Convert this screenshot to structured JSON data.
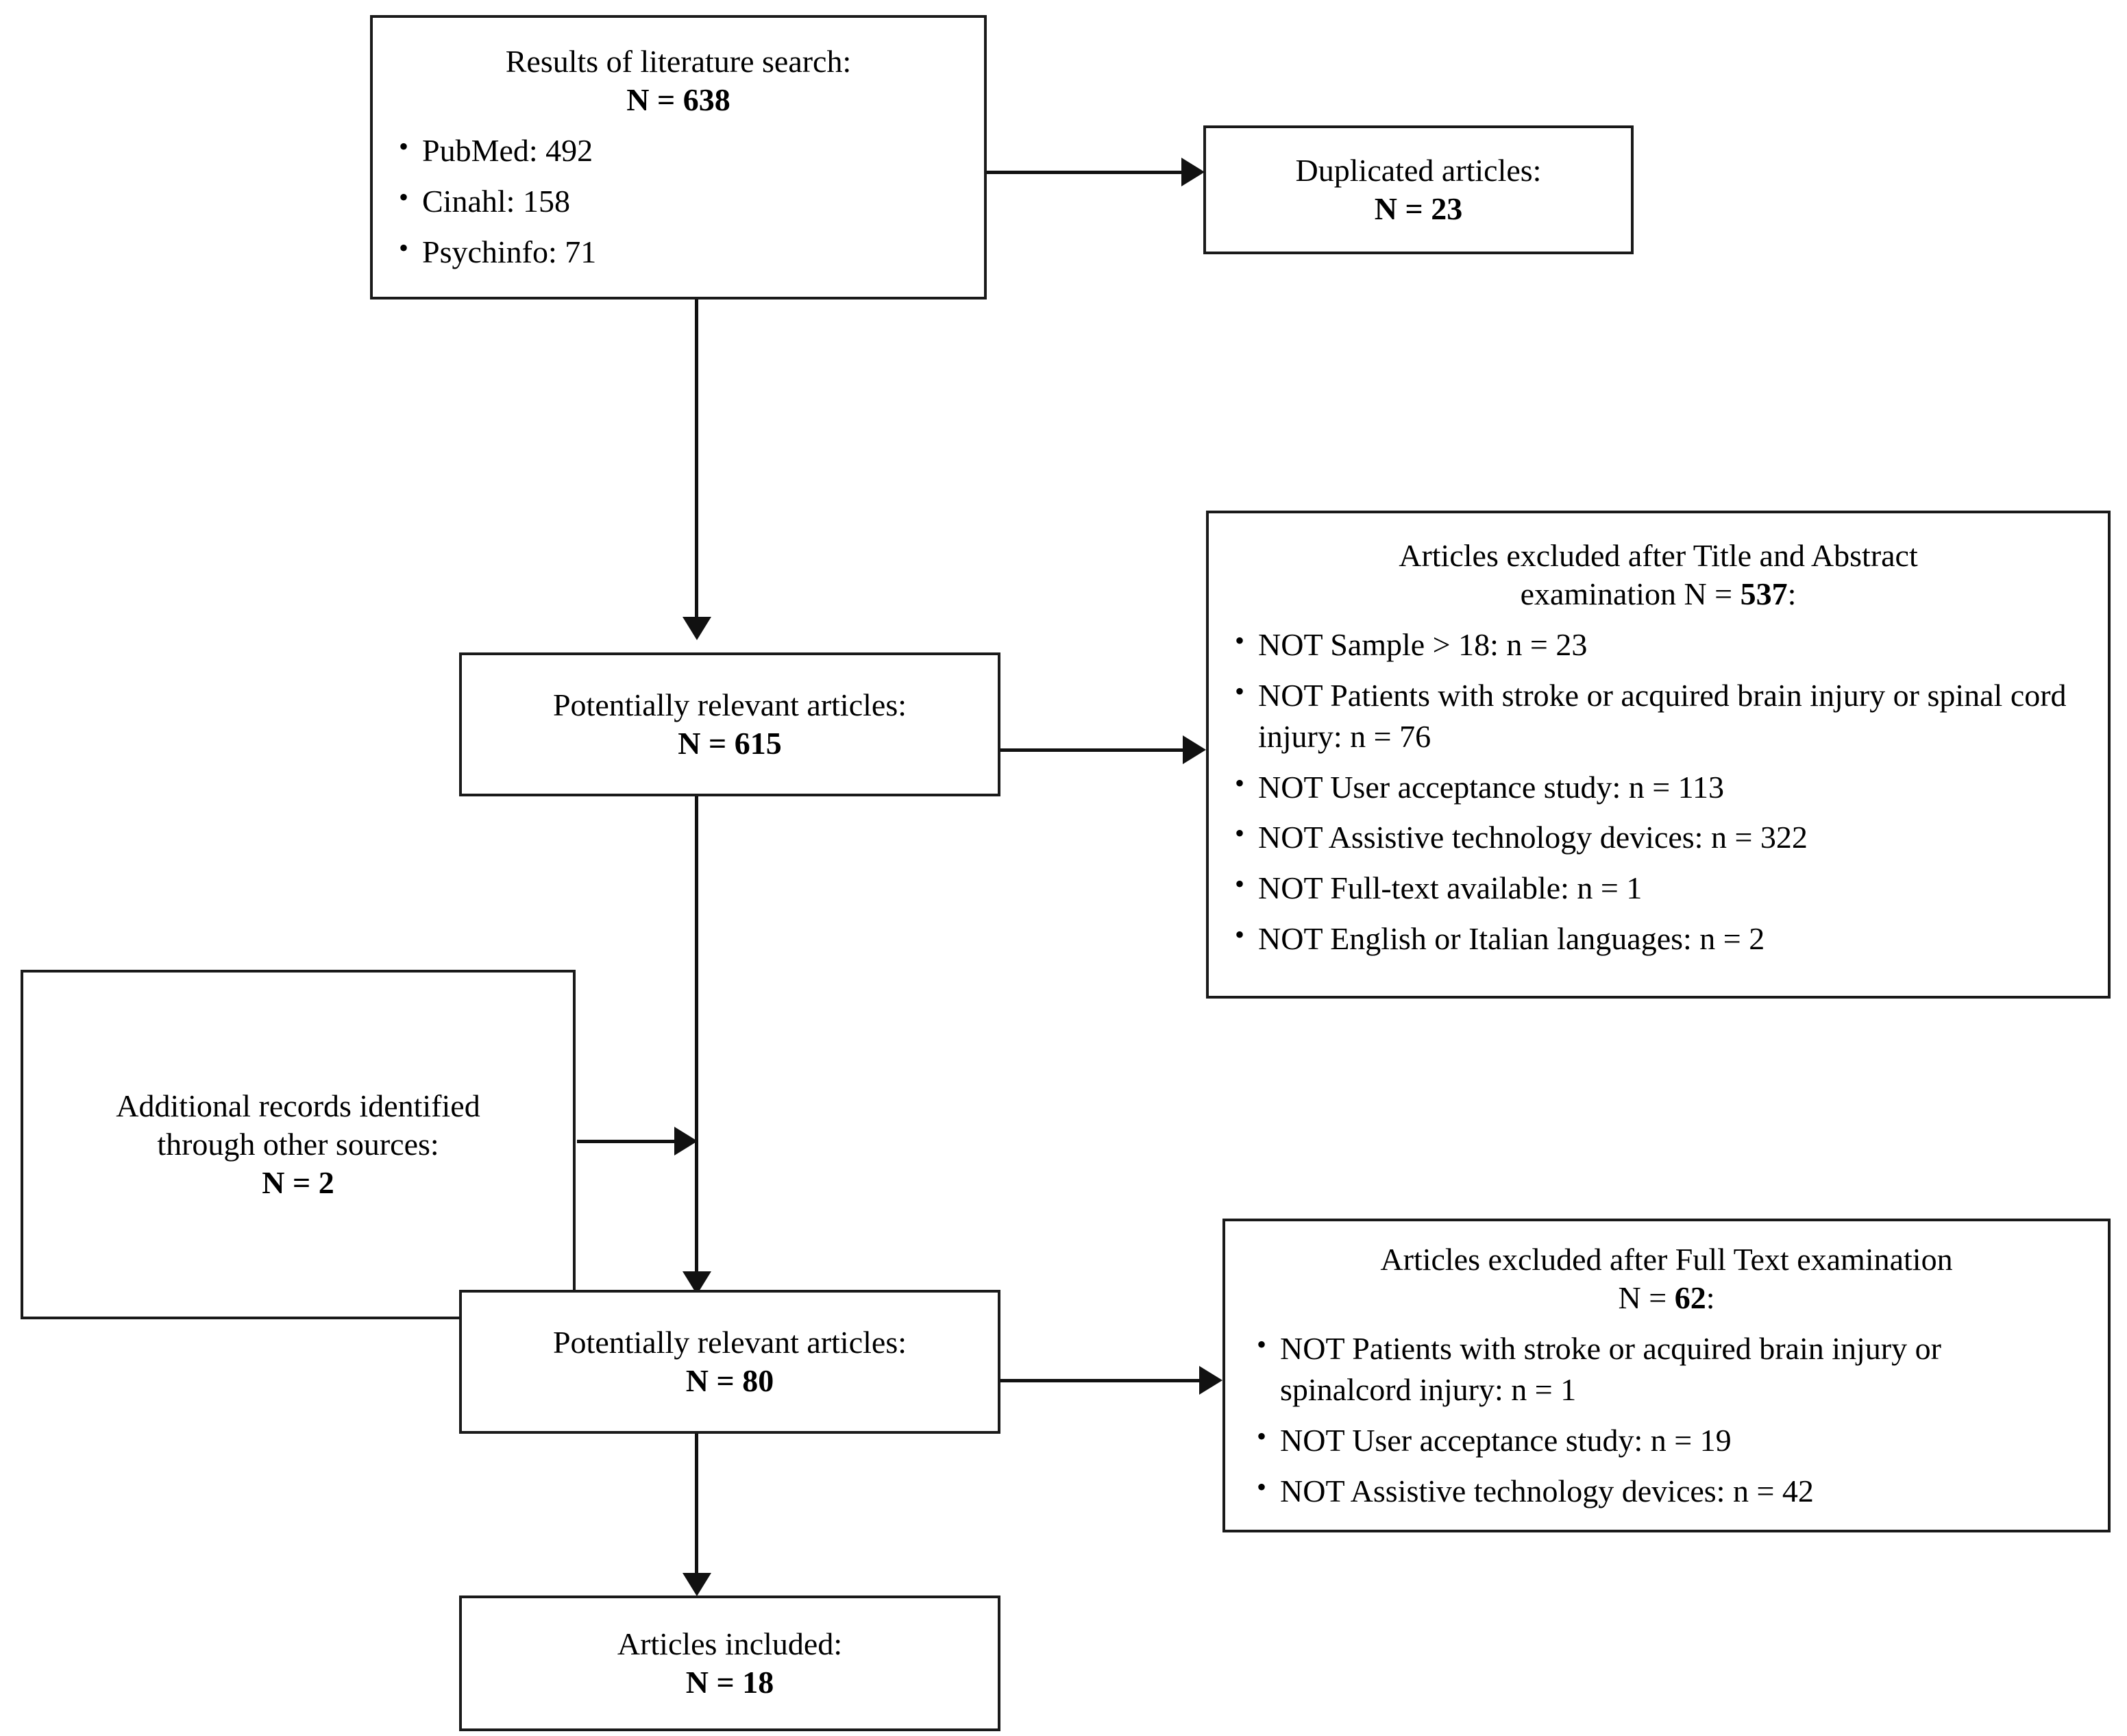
{
  "diagram": {
    "title": "PRISMA literature search flow diagram",
    "stroke_color": "#111111",
    "background_color": "#ffffff",
    "boxes": {
      "search_results": {
        "title": "Results of literature search:",
        "count_label": "N",
        "count_sep": "=",
        "count_value": "638",
        "sources": [
          "PubMed: 492",
          "Cinahl: 158",
          "Psychinfo: 71"
        ]
      },
      "duplicates": {
        "title": "Duplicated articles:",
        "count_label": "N",
        "count_sep": "=",
        "count_value": "23"
      },
      "excluded_title_abstract": {
        "title_line1": "Articles excluded after Title and Abstract",
        "title_line2_prefix": "examination N =",
        "count_value": "537",
        "title_line2_suffix": ":",
        "reasons": [
          "NOT Sample > 18: n = 23",
          "NOT Patients with stroke or acquired brain injury or spinal cord injury: n = 76",
          "NOT User acceptance study: n = 113",
          "NOT Assistive technology devices: n = 322",
          "NOT Full-text available: n = 1",
          "NOT English or Italian languages: n = 2"
        ]
      },
      "potentially_relevant_1": {
        "title": "Potentially relevant articles:",
        "count_label": "N",
        "count_sep": "=",
        "count_value": "615"
      },
      "additional_records": {
        "title_line1": "Additional records identified",
        "title_line2": "through other sources:",
        "count_label": "N",
        "count_sep": "=",
        "count_value": "2"
      },
      "potentially_relevant_2": {
        "title": "Potentially relevant articles:",
        "count_label": "N",
        "count_sep": "=",
        "count_value": "80"
      },
      "excluded_full_text": {
        "title_line1": "Articles excluded after Full Text examination",
        "title_line2_prefix": "N =",
        "count_value": "62",
        "title_line2_suffix": ":",
        "reasons": [
          "NOT Patients with stroke or acquired brain injury or spinalcord injury: n = 1",
          "NOT User acceptance study: n = 19",
          "NOT Assistive technology devices: n = 42"
        ]
      },
      "included": {
        "title": "Articles included:",
        "count_label": "N",
        "count_sep": "=",
        "count_value": "18"
      }
    }
  },
  "chart_data": {
    "type": "diagram",
    "title": "PRISMA flow of study selection",
    "nodes": [
      {
        "id": "search_results",
        "label": "Results of literature search",
        "n": 638
      },
      {
        "id": "duplicates",
        "label": "Duplicated articles",
        "n": 23
      },
      {
        "id": "excluded_title_abstract",
        "label": "Articles excluded after Title and Abstract examination",
        "n": 537
      },
      {
        "id": "potentially_relevant_1",
        "label": "Potentially relevant articles",
        "n": 615
      },
      {
        "id": "additional_records",
        "label": "Additional records identified through other sources",
        "n": 2
      },
      {
        "id": "potentially_relevant_2",
        "label": "Potentially relevant articles",
        "n": 80
      },
      {
        "id": "excluded_full_text",
        "label": "Articles excluded after Full Text examination",
        "n": 62
      },
      {
        "id": "included",
        "label": "Articles included",
        "n": 18
      }
    ],
    "edges": [
      {
        "from": "search_results",
        "to": "duplicates"
      },
      {
        "from": "search_results",
        "to": "potentially_relevant_1"
      },
      {
        "from": "potentially_relevant_1",
        "to": "excluded_title_abstract"
      },
      {
        "from": "potentially_relevant_1",
        "to": "potentially_relevant_2"
      },
      {
        "from": "additional_records",
        "to": "potentially_relevant_2"
      },
      {
        "from": "potentially_relevant_2",
        "to": "excluded_full_text"
      },
      {
        "from": "potentially_relevant_2",
        "to": "included"
      }
    ],
    "breakdown": {
      "search_sources": {
        "PubMed": 492,
        "Cinahl": 158,
        "Psychinfo": 71
      },
      "title_abstract_exclusions": {
        "NOT Sample > 18": 23,
        "NOT Patients with stroke or acquired brain injury or spinal cord injury": 76,
        "NOT User acceptance study": 113,
        "NOT Assistive technology devices": 322,
        "NOT Full-text available": 1,
        "NOT English or Italian languages": 2
      },
      "full_text_exclusions": {
        "NOT Patients with stroke or acquired brain injury or spinalcord injury": 1,
        "NOT User acceptance study": 19,
        "NOT Assistive technology devices": 42
      }
    }
  }
}
